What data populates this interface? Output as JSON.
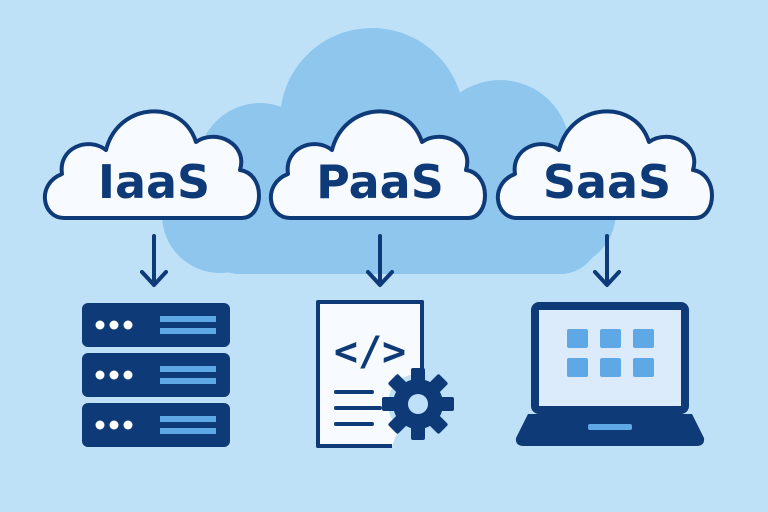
{
  "colors": {
    "background": "#bfe1f8",
    "background_cloud": "#8ec6ee",
    "cloud_fill": "#f7fbff",
    "navy": "#0e3a78",
    "accent_light": "#5fa8e6",
    "screen_fill": "#dcebfb"
  },
  "background_cloud_icon": "cloud-icon",
  "services": [
    {
      "label": "IaaS",
      "cloud_icon": "cloud-icon",
      "arrow_icon": "arrow-down-icon",
      "device_icon": "server-rack-icon"
    },
    {
      "label": "PaaS",
      "cloud_icon": "cloud-icon",
      "arrow_icon": "arrow-down-icon",
      "device_icon": "code-document-gear-icon"
    },
    {
      "label": "SaaS",
      "cloud_icon": "cloud-icon",
      "arrow_icon": "arrow-down-icon",
      "device_icon": "laptop-app-grid-icon"
    }
  ],
  "paas_code_glyph": "</>"
}
